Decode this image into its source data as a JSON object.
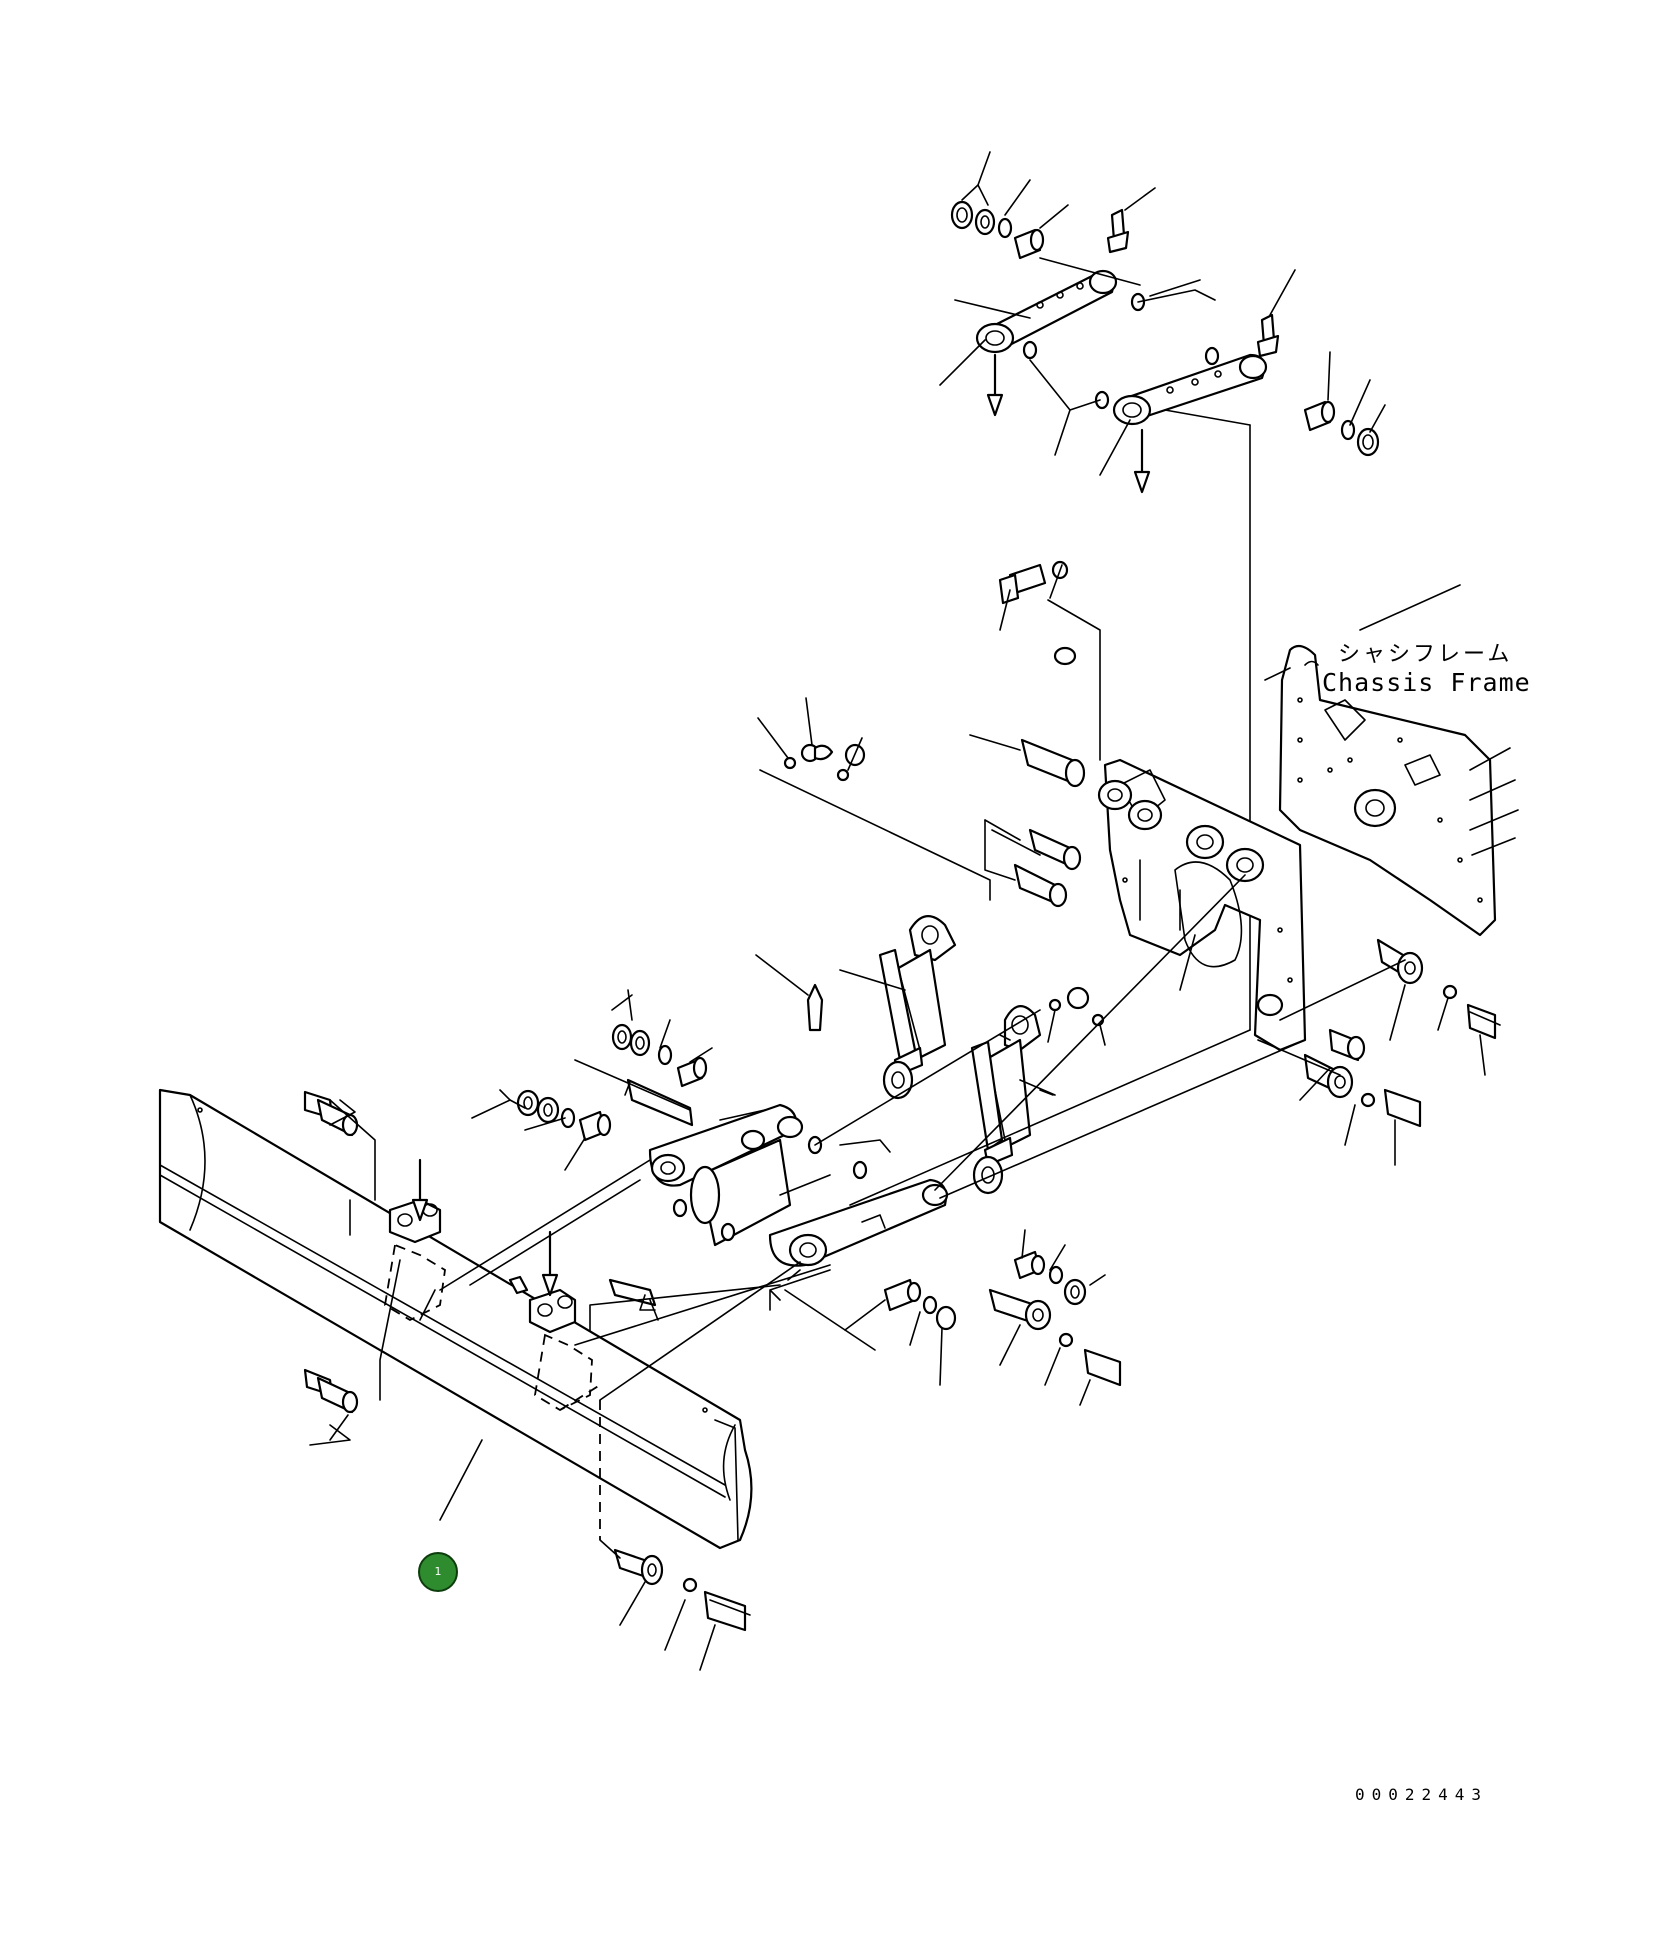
{
  "labels": {
    "chassis_frame_jp": "シャシフレーム",
    "chassis_frame_en": "Chassis Frame"
  },
  "drawing_number": "00022443",
  "callouts": [
    {
      "number": "1",
      "color": "#2e8b2e"
    }
  ]
}
